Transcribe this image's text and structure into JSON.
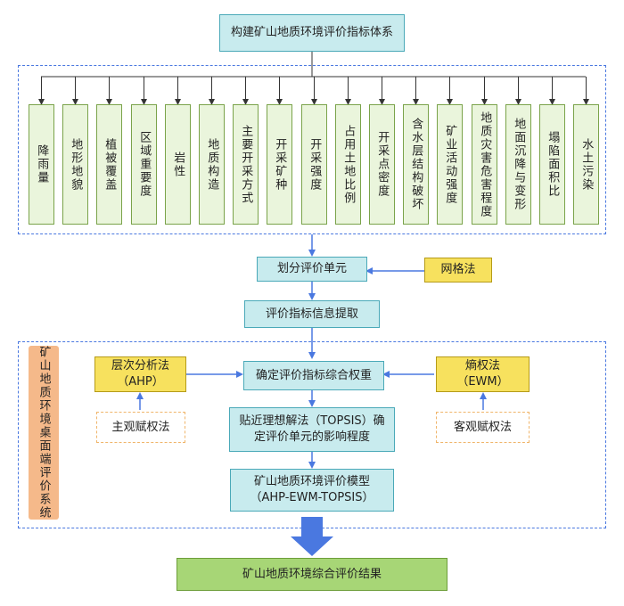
{
  "top_title": "构建矿山地质环境评价指标体系",
  "indicators": [
    "降雨量",
    "地形地貌",
    "植被覆盖",
    "区域重要度",
    "岩性",
    "地质构造",
    "主要开采方式",
    "开采矿种",
    "开采强度",
    "占用土地比例",
    "开采点密度",
    "含水层结构破坏",
    "矿业活动强度",
    "地质灾害危害程度",
    "地面沉降与变形",
    "塌陷面积比",
    "水土污染"
  ],
  "divide_units": "划分评价单元",
  "grid_method": "网格法",
  "extract_info": "评价指标信息提取",
  "side_label": "矿山地质环境桌面端评价系统",
  "ahp_line1": "层次分析法",
  "ahp_line2": "（AHP）",
  "subjective": "主观赋权法",
  "weight": "确定评价指标综合权重",
  "ewm_line1": "熵权法",
  "ewm_line2": "（EWM）",
  "objective": "客观赋权法",
  "topsis_line1": "贴近理想解法（TOPSIS）确",
  "topsis_line2": "定评价单元的影响程度",
  "model_line1": "矿山地质环境评价模型",
  "model_line2": "（AHP-EWM-TOPSIS）",
  "result": "矿山地质环境综合评价结果"
}
